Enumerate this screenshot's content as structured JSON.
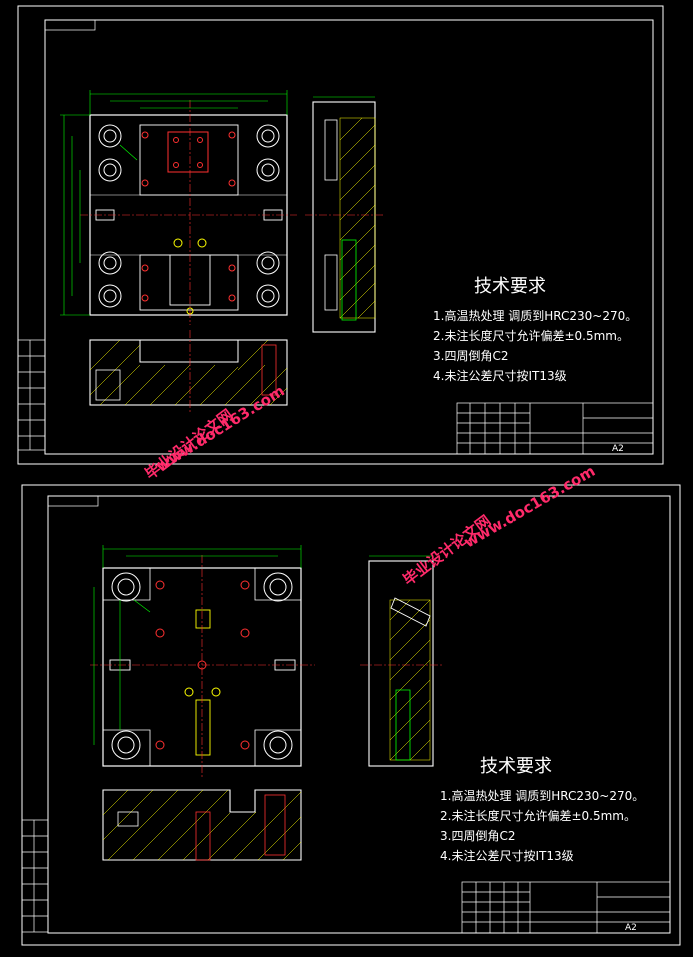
{
  "sheets": [
    {
      "notes_title": "技术要求",
      "notes": [
        "1.高温热处理  调质到HRC230~270。",
        "2.未注长度尺寸允许偏差±0.5mm。",
        "3.四周倒角C2",
        "4.未注公差尺寸按IT13级"
      ],
      "size": "A2"
    },
    {
      "notes_title": "技术要求",
      "notes": [
        "1.高温热处理  调质到HRC230~270。",
        "2.未注长度尺寸允许偏差±0.5mm。",
        "3.四周倒角C2",
        "4.未注公差尺寸按IT13级"
      ],
      "size": "A2"
    }
  ],
  "watermark": {
    "cn": "毕业设计论文网",
    "url": "www.doc163.com"
  },
  "colors": {
    "outline": "#ffffff",
    "dimension": "#00ff00",
    "centerline": "#ff3030",
    "feature": "#ffff00",
    "hatch": "#ffff00",
    "watermark": "#ff2a6a"
  }
}
